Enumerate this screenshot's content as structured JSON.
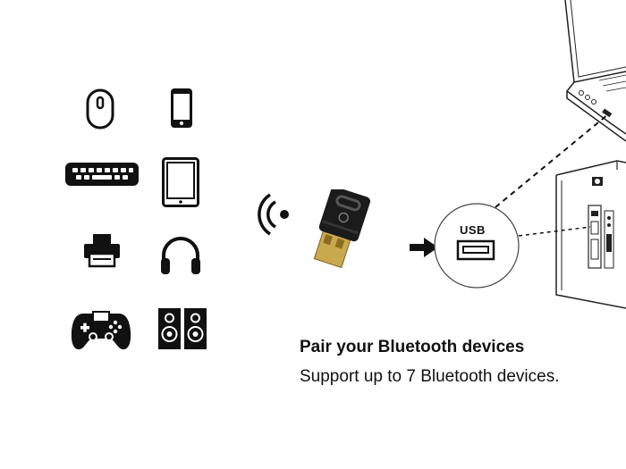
{
  "headline": "Pair your Bluetooth devices",
  "subline": "Support up to 7 Bluetooth devices.",
  "usb_port_label": "USB",
  "device_icons": [
    "mouse-icon",
    "smartphone-icon",
    "keyboard-icon",
    "tablet-icon",
    "printer-icon",
    "headphones-icon",
    "gamepad-icon",
    "speakers-icon"
  ],
  "colors": {
    "icon": "#111111",
    "text": "#111111",
    "adapter_body": "#1b1b1b",
    "usb_connector": "#c9a94e",
    "background": "#ffffff"
  }
}
